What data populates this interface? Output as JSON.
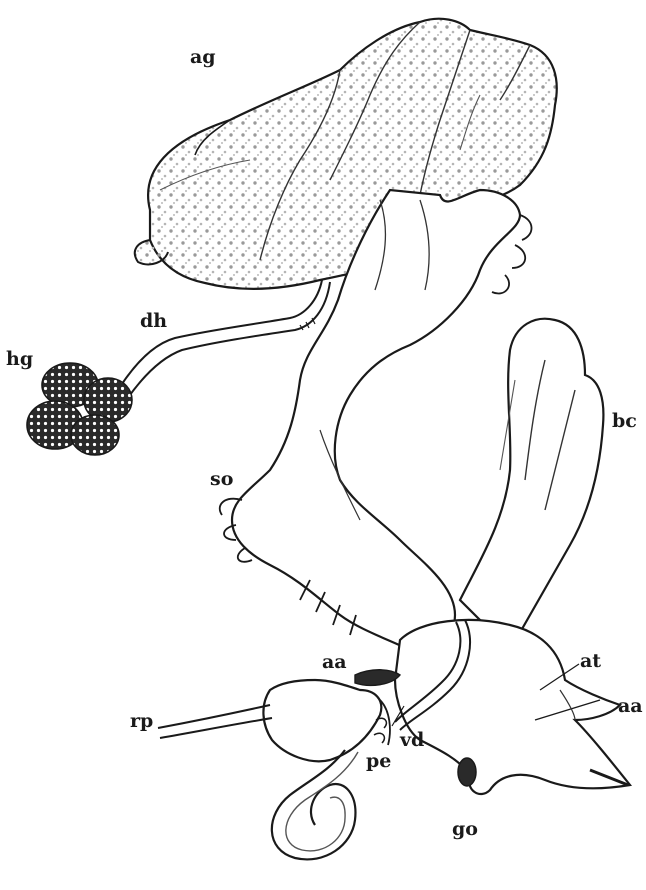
{
  "figure": {
    "background": "#ffffff",
    "ink": "#1a1a1a",
    "labels": {
      "ag": "ag",
      "dh": "dh",
      "hg": "hg",
      "bc": "bc",
      "so": "so",
      "aa_upper": "aa",
      "at": "at",
      "aa_lower": "aa",
      "rp": "rp",
      "vd": "vd",
      "pe": "pe",
      "go": "go"
    }
  }
}
